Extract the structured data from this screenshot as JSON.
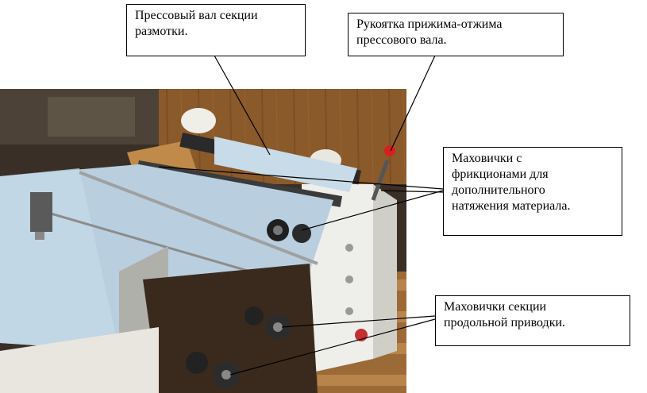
{
  "callouts": {
    "press_roll_unwind": "Прессовый вал секции\nразмотки.",
    "clamp_handle": "Рукоятка прижима-отжима\nпрессового вала.",
    "friction_handwheels": "Маховички с\nфрикционами для\nдополнительного\nнатяжения материала.",
    "feed_handwheels": "Маховички секции\nпродольной приводки."
  },
  "colors": {
    "callout_border": "#000000",
    "leader_line": "#000000",
    "photo_wall_wood": "#8a5a2a",
    "material_web": "#b9cfe0",
    "machine_frame_white": "#eeeeea",
    "machine_dark_metal": "#2a2a2a",
    "handle_knob_red": "#d42020"
  },
  "icons": {
    "photo": "machine-photo"
  }
}
